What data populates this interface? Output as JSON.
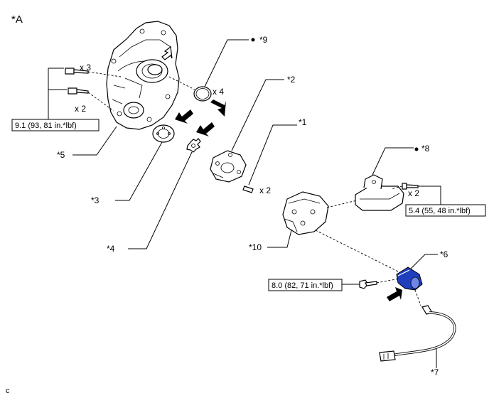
{
  "view_label": "*A",
  "footer_mark": "c",
  "callouts": {
    "c1": "*1",
    "c2": "*2",
    "c3": "*3",
    "c4": "*4",
    "c5": "*5",
    "c6": "*6",
    "c7": "*7",
    "c8": "*8",
    "c9": "*9",
    "c10": "*10"
  },
  "quantities": {
    "bolt_a": "x 3",
    "bolt_b": "x 2",
    "oring": "x 4",
    "pins": "x 2",
    "cover_bolts": "x 2"
  },
  "torques": {
    "housing": "9.1 (93, 81 in.*lbf)",
    "cover": "5.4 (55, 48 in.*lbf)",
    "sensor": "8.0 (82, 71 in.*lbf)"
  },
  "colors": {
    "highlight_part": "#1f3fbf",
    "ink": "#000000"
  }
}
